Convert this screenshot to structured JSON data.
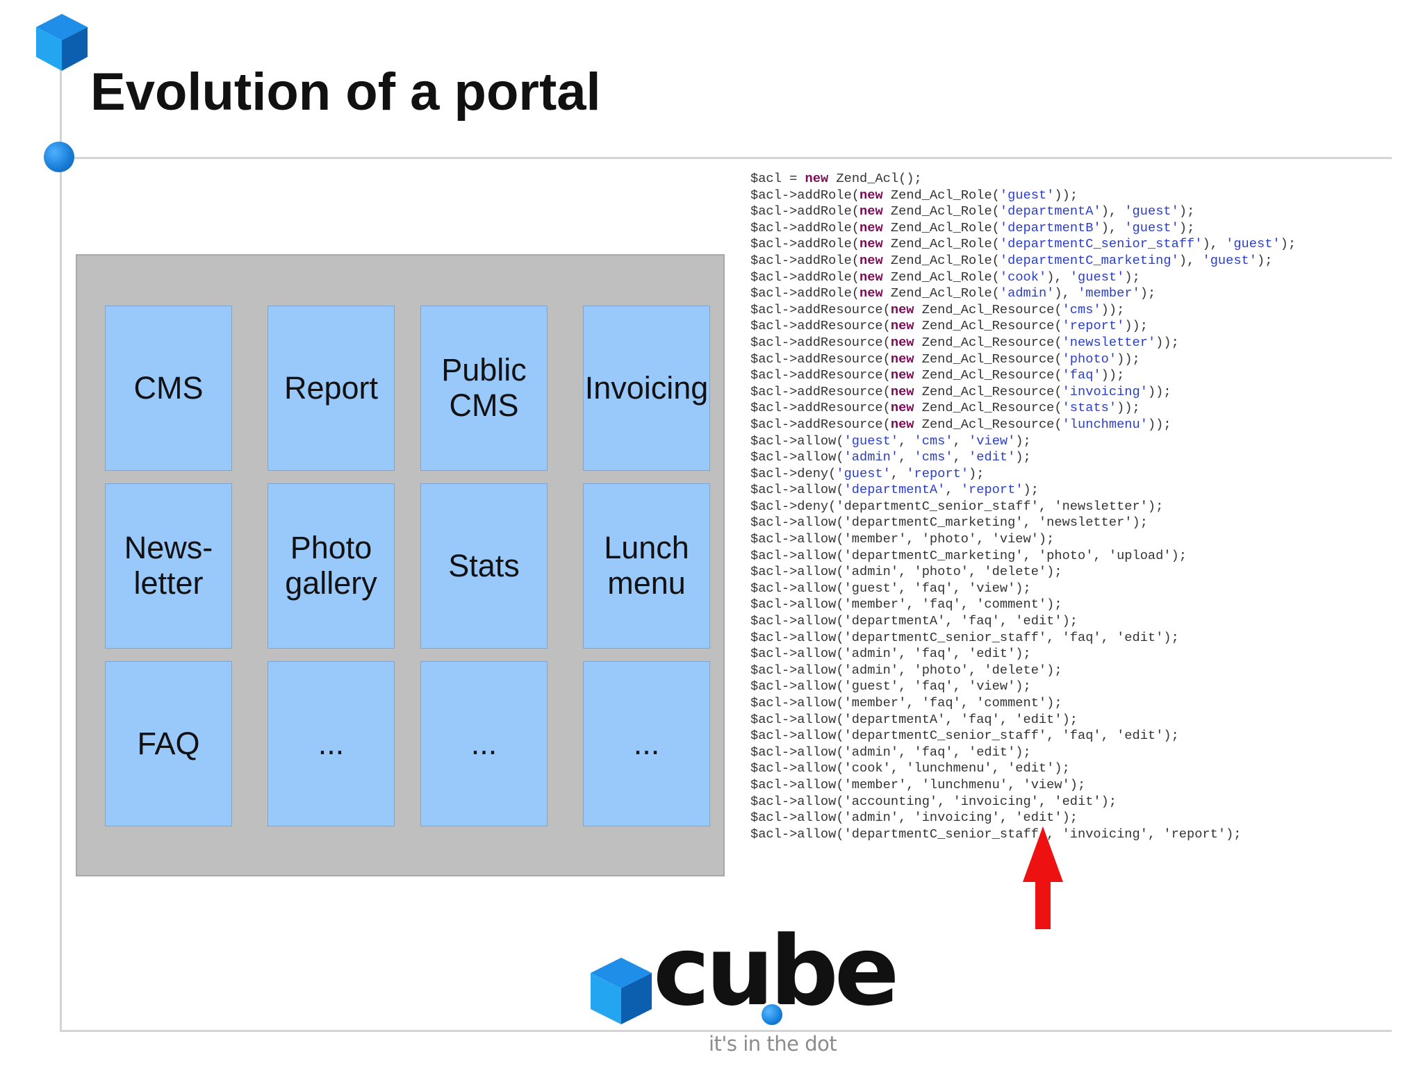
{
  "slide": {
    "title": "Evolution of a portal"
  },
  "modules": [
    {
      "label": "CMS"
    },
    {
      "label": "Report"
    },
    {
      "label": "Public\nCMS"
    },
    {
      "label": "Invoicing"
    },
    {
      "label": "News-\nletter"
    },
    {
      "label": "Photo\ngallery"
    },
    {
      "label": "Stats"
    },
    {
      "label": "Lunch\nmenu"
    },
    {
      "label": "FAQ"
    },
    {
      "label": "..."
    },
    {
      "label": "..."
    },
    {
      "label": "..."
    }
  ],
  "code_lines": [
    "$acl = new Zend_Acl();",
    "$acl->addRole(new Zend_Acl_Role('guest'));",
    "$acl->addRole(new Zend_Acl_Role('departmentA'), 'guest');",
    "$acl->addRole(new Zend_Acl_Role('departmentB'), 'guest');",
    "$acl->addRole(new Zend_Acl_Role('departmentC_senior_staff'), 'guest');",
    "$acl->addRole(new Zend_Acl_Role('departmentC_marketing'), 'guest');",
    "$acl->addRole(new Zend_Acl_Role('cook'), 'guest');",
    "$acl->addRole(new Zend_Acl_Role('admin'), 'member');",
    "$acl->addResource(new Zend_Acl_Resource('cms'));",
    "$acl->addResource(new Zend_Acl_Resource('report'));",
    "$acl->addResource(new Zend_Acl_Resource('newsletter'));",
    "$acl->addResource(new Zend_Acl_Resource('photo'));",
    "$acl->addResource(new Zend_Acl_Resource('faq'));",
    "$acl->addResource(new Zend_Acl_Resource('invoicing'));",
    "$acl->addResource(new Zend_Acl_Resource('stats'));",
    "$acl->addResource(new Zend_Acl_Resource('lunchmenu'));",
    "$acl->allow('guest', 'cms', 'view');",
    "$acl->allow('admin', 'cms', 'edit');",
    "$acl->deny('guest', 'report');",
    "$acl->allow('departmentA', 'report');",
    "$acl->deny('departmentC_senior_staff', 'newsletter');",
    "$acl->allow('departmentC_marketing', 'newsletter');",
    "$acl->allow('member', 'photo', 'view');",
    "$acl->allow('departmentC_marketing', 'photo', 'upload');",
    "$acl->allow('admin', 'photo', 'delete');",
    "$acl->allow('guest', 'faq', 'view');",
    "$acl->allow('member', 'faq', 'comment');",
    "$acl->allow('departmentA', 'faq', 'edit');",
    "$acl->allow('departmentC_senior_staff', 'faq', 'edit');",
    "$acl->allow('admin', 'faq', 'edit');",
    "$acl->allow('admin', 'photo', 'delete');",
    "$acl->allow('guest', 'faq', 'view');",
    "$acl->allow('member', 'faq', 'comment');",
    "$acl->allow('departmentA', 'faq', 'edit');",
    "$acl->allow('departmentC_senior_staff', 'faq', 'edit');",
    "$acl->allow('admin', 'faq', 'edit');",
    "$acl->allow('cook', 'lunchmenu', 'edit');",
    "$acl->allow('member', 'lunchmenu', 'view');",
    "$acl->allow('accounting', 'invoicing', 'edit');",
    "$acl->allow('admin', 'invoicing', 'edit');",
    "$acl->allow('departmentC_senior_staff', 'invoicing', 'report');"
  ],
  "syntax_colors": {
    "keyword": "#7a0a55",
    "string_highlighted": "#2a3ec8",
    "plain": "#333333",
    "arrow": "#ee1111"
  },
  "logo": {
    "wordmark": "cube",
    "tagline": "it's in the dot"
  }
}
